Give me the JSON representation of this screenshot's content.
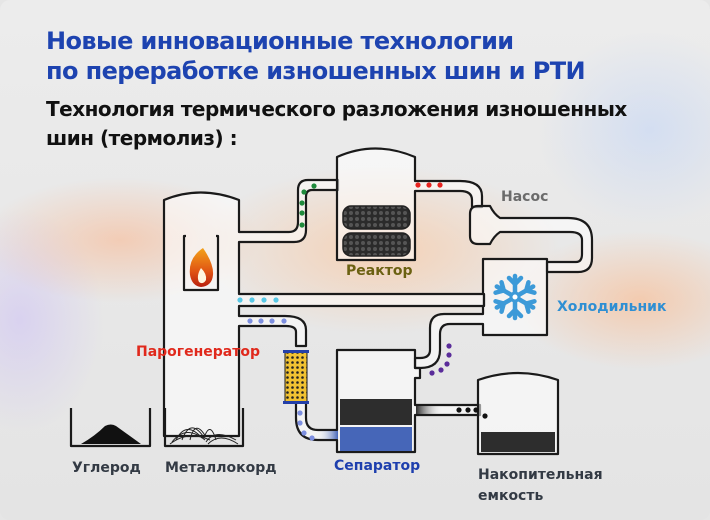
{
  "header": {
    "title_line1": "Новые инновационные технологии",
    "title_line2": "по переработке изношенных шин и РТИ",
    "subtitle_line1": "Технология термического разложения изношенных",
    "subtitle_line2": "шин (термолиз) :"
  },
  "diagram": {
    "components": {
      "reactor": "Реактор",
      "pump": "Насос",
      "cooler": "Холодильник",
      "steam_generator": "Парогенератор",
      "separator": "Сепаратор",
      "storage_line1": "Накопительная",
      "storage_line2": "емкость",
      "carbon": "Углерод",
      "metal_cord": "Металлокорд"
    },
    "icons": [
      "flame-icon",
      "snowflake-icon",
      "tires-icon",
      "filter-icon",
      "carbon-pile-icon",
      "metal-cord-icon"
    ],
    "colors": {
      "title": "#1d43b0",
      "reactor_label": "#6b6112",
      "pump_label": "#6b6b6b",
      "cooler_label": "#2f8fd3",
      "steam_label": "#e0291c",
      "separator_label": "#1e3fae",
      "flow_green": "#1f8a3c",
      "flow_red": "#e8231f",
      "flow_cyan": "#58c8e6",
      "flow_periwinkle": "#7d8fe0",
      "flow_purple": "#5a2c9a",
      "flow_black": "#111111",
      "water": "#4666b8",
      "oil": "#2d2d2d"
    }
  }
}
